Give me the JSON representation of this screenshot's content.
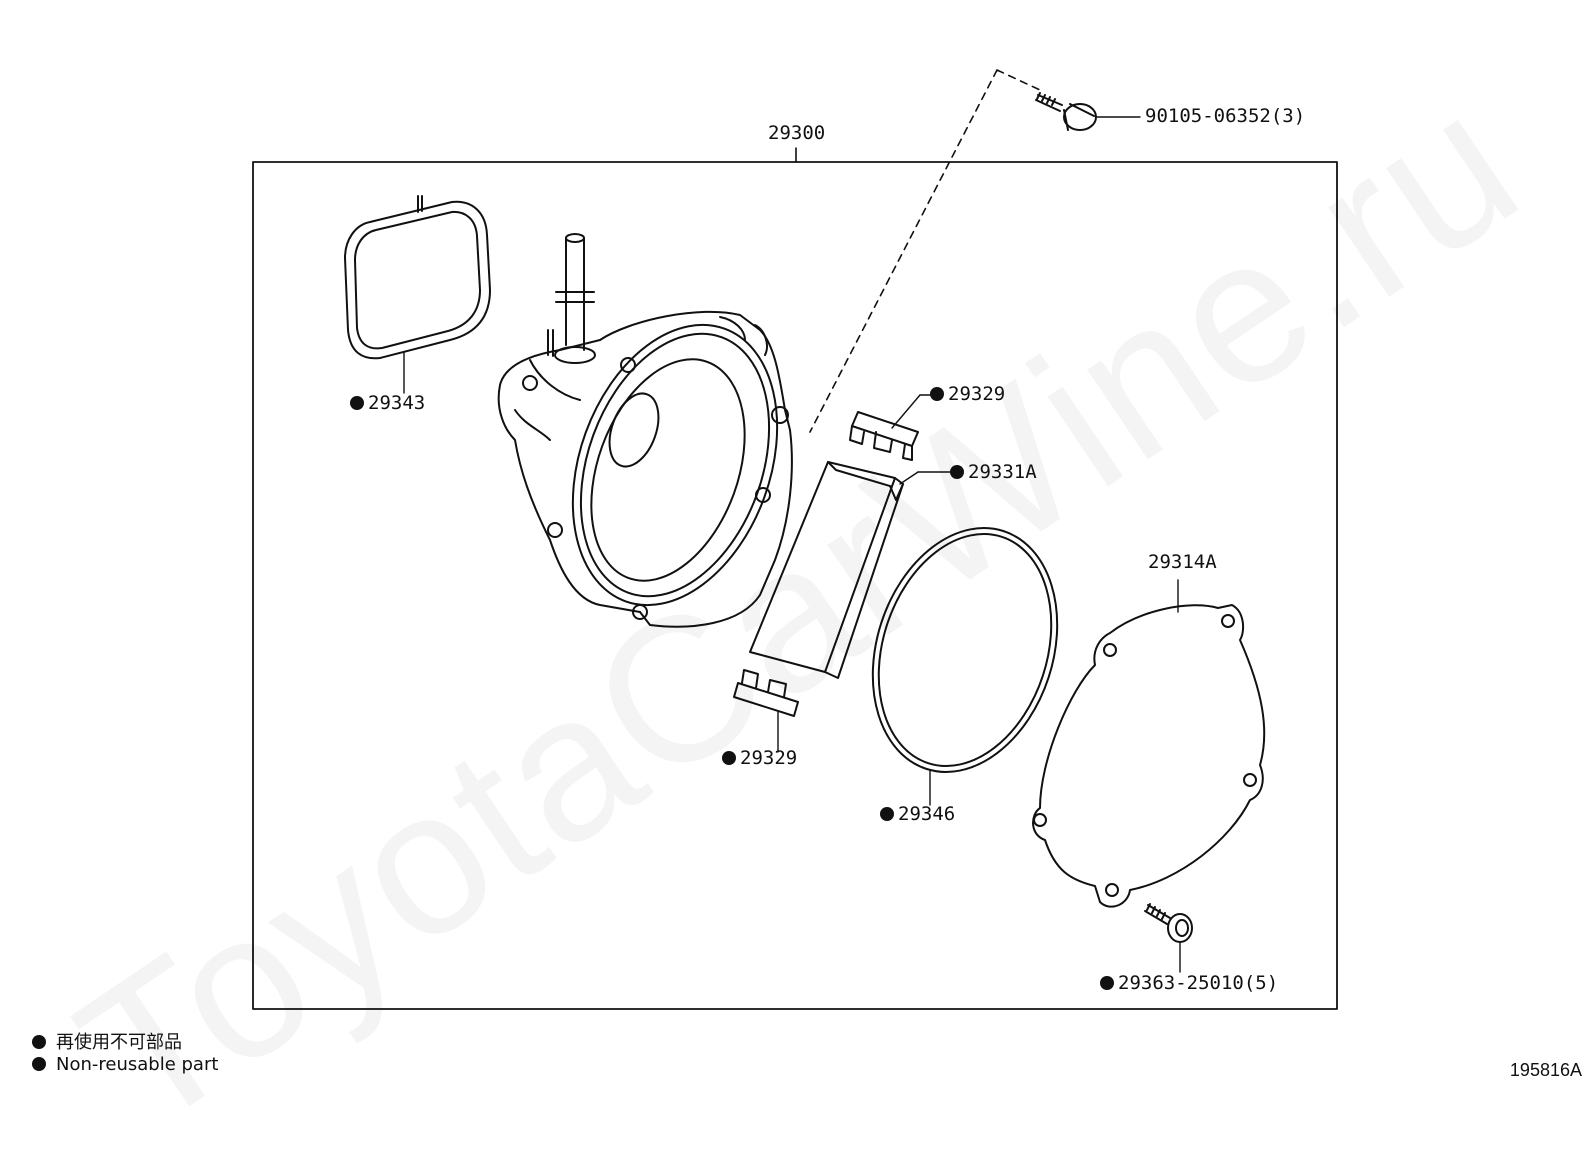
{
  "assembly": {
    "label": "29300"
  },
  "parts": [
    {
      "id": "p29343",
      "label": "29343",
      "non_reusable": true
    },
    {
      "id": "p29329a",
      "label": "29329",
      "non_reusable": true
    },
    {
      "id": "p29331A",
      "label": "29331A",
      "non_reusable": true
    },
    {
      "id": "p29329b",
      "label": "29329",
      "non_reusable": true
    },
    {
      "id": "p29346",
      "label": "29346",
      "non_reusable": true
    },
    {
      "id": "p29314A",
      "label": "29314A",
      "non_reusable": false
    },
    {
      "id": "p29363",
      "label": "29363-25010(5)",
      "non_reusable": true
    },
    {
      "id": "p90105",
      "label": "90105-06352(3)",
      "non_reusable": false
    }
  ],
  "legend": {
    "line1": "再使用不可部品",
    "line2": "Non-reusable part"
  },
  "figure_number": "195816A",
  "watermark": "ToyotaCarWine.ru",
  "colors": {
    "ink": "#111111",
    "background": "#ffffff"
  }
}
